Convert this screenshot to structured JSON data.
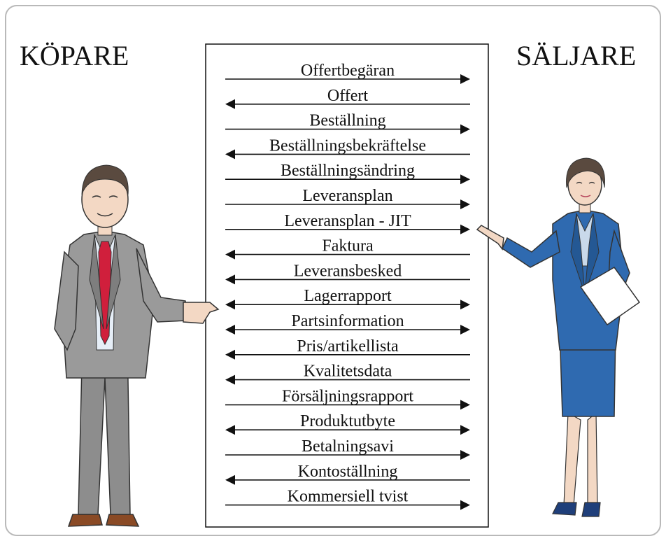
{
  "left_party": "KÖPARE",
  "right_party": "SÄLJARE",
  "messages": [
    {
      "label": "Offertbegäran",
      "direction": "right"
    },
    {
      "label": "Offert",
      "direction": "left"
    },
    {
      "label": "Beställning",
      "direction": "right"
    },
    {
      "label": "Beställningsbekräftelse",
      "direction": "left"
    },
    {
      "label": "Beställningsändring",
      "direction": "right"
    },
    {
      "label": "Leveransplan",
      "direction": "right"
    },
    {
      "label": "Leveransplan - JIT",
      "direction": "right"
    },
    {
      "label": "Faktura",
      "direction": "left"
    },
    {
      "label": "Leveransbesked",
      "direction": "left"
    },
    {
      "label": "Lagerrapport",
      "direction": "both"
    },
    {
      "label": "Partsinformation",
      "direction": "both"
    },
    {
      "label": "Pris/artikellista",
      "direction": "left"
    },
    {
      "label": "Kvalitetsdata",
      "direction": "left"
    },
    {
      "label": "Försäljningsrapport",
      "direction": "right"
    },
    {
      "label": "Produktutbyte",
      "direction": "both"
    },
    {
      "label": "Betalningsavi",
      "direction": "right"
    },
    {
      "label": "Kontoställning",
      "direction": "left"
    },
    {
      "label": "Kommersiell tvist",
      "direction": "right"
    }
  ],
  "colors": {
    "frame": "#b9b9b9",
    "line": "#111111",
    "buyer_suit": "#9a9a9a",
    "buyer_tie": "#d01f3c",
    "seller_suit": "#2f6ab0",
    "seller_shirt": "#c9d9ea",
    "skin": "#f3d8c4",
    "hair": "#5a4a3f"
  }
}
